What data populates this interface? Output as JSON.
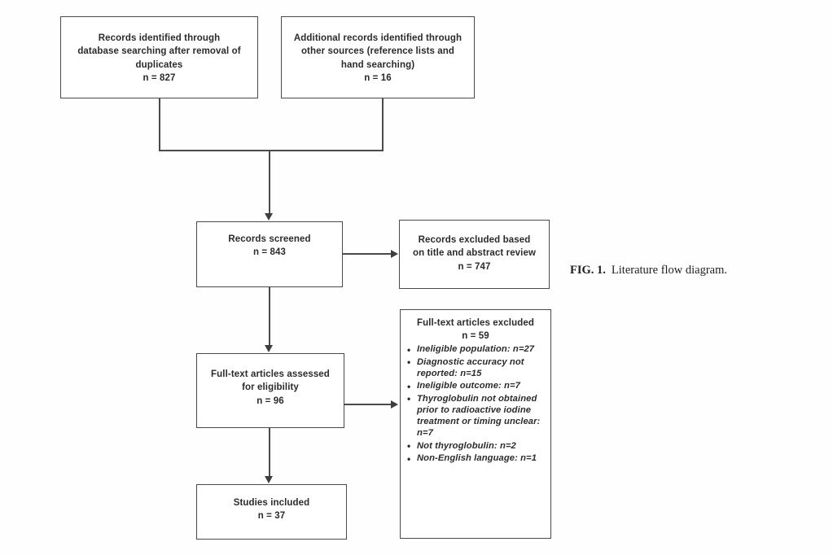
{
  "figure": {
    "label": "FIG. 1.",
    "caption": "Literature flow diagram."
  },
  "boxes": {
    "identified": {
      "lines": [
        "Records identified through",
        "database searching after removal of",
        "duplicates",
        "n = 827"
      ],
      "count": 827
    },
    "additional": {
      "lines": [
        "Additional records identified through",
        "other sources (reference lists and",
        "hand searching)",
        "n = 16"
      ],
      "count": 16
    },
    "screened": {
      "lines": [
        "Records screened",
        "n = 843"
      ],
      "count": 843
    },
    "excluded_screening": {
      "lines": [
        "Records excluded based",
        "on title and abstract review",
        "n = 747"
      ],
      "count": 747
    },
    "fulltext": {
      "lines": [
        "Full-text articles assessed",
        "for eligibility",
        "n = 96"
      ],
      "count": 96
    },
    "included": {
      "lines": [
        "Studies included",
        "n = 37"
      ],
      "count": 37
    },
    "exclusions": {
      "header_lines": [
        "Full-text articles excluded",
        "n = 59"
      ],
      "count": 59,
      "bullet_char": "•",
      "reasons": [
        "Ineligible population: n=27",
        "Diagnostic accuracy not reported: n=15",
        "Ineligible outcome: n=7",
        "Thyroglobulin not obtained prior to radioactive iodine treatment or timing unclear: n=7",
        "Not thyroglobulin: n=2",
        "Non-English language: n=1"
      ]
    }
  },
  "colors": {
    "box_border": "#4a4a4a",
    "connector": "#4a4a4a",
    "text": "#2b2b2b",
    "background": "#fefefe"
  }
}
